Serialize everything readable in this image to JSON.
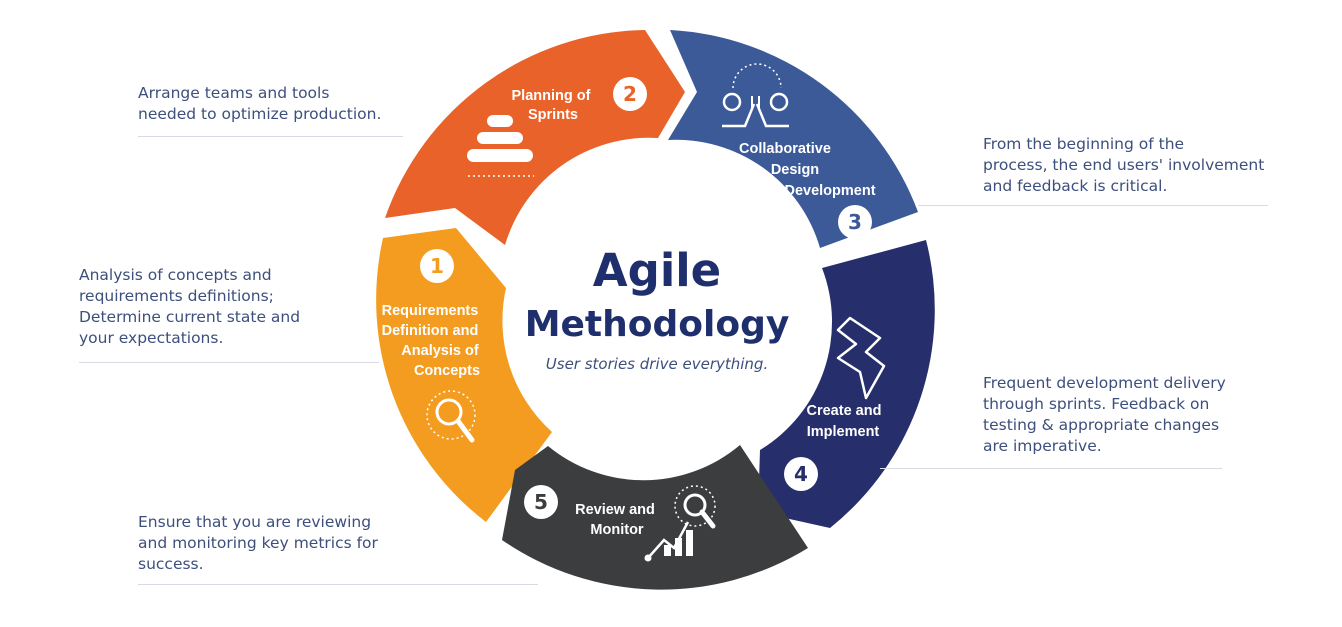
{
  "center": {
    "title_line1": "Agile",
    "title_line2": "Methodology",
    "subtitle": "User stories drive everything."
  },
  "steps": [
    {
      "number": "1",
      "label_lines": [
        "Requirements",
        "Definition and",
        "Analysis of",
        "Concepts"
      ],
      "color": "#f39c1f",
      "icon": "magnifier-icon",
      "description": "Analysis of concepts and\nrequirements definitions;\nDetermine current state and\nyour expectations."
    },
    {
      "number": "2",
      "label_lines": [
        "Planning of",
        "Sprints"
      ],
      "color": "#e8622a",
      "icon": "stack-icon",
      "description": "Arrange teams and tools\nneeded to optimize production."
    },
    {
      "number": "3",
      "label_lines": [
        "Collaborative",
        "Design",
        "Development"
      ],
      "color": "#3d5a98",
      "icon": "collaboration-icon",
      "description": "From the beginning of the\nprocess, the end users' involvement\nand feedback is critical."
    },
    {
      "number": "4",
      "label_lines": [
        "Create and",
        "Implement"
      ],
      "color": "#262f6b",
      "icon": "lightning-icon",
      "description": "Frequent development delivery\nthrough sprints. Feedback on\ntesting & appropriate changes\nare imperative."
    },
    {
      "number": "5",
      "label_lines": [
        "Review and",
        "Monitor"
      ],
      "color": "#3b3d3f",
      "icon": "growth-chart-icon",
      "description": "Ensure that you are reviewing\nand monitoring key metrics for\nsuccess."
    }
  ]
}
